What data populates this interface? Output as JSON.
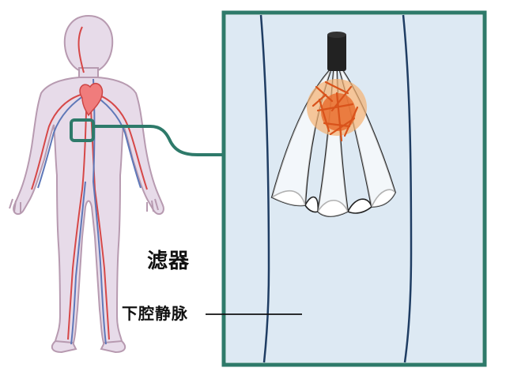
{
  "labels": {
    "filter": "滤器",
    "ivc": "下腔静脉"
  },
  "colors": {
    "frame": "#2e7a6a",
    "vessel_fill": "#dde9f3",
    "vessel_wall": "#1f3d63",
    "body_fill": "#e7dbe9",
    "body_outline": "#b79ab0",
    "heart": "#f07c7c",
    "artery": "#d64848",
    "vein": "#5f78b8",
    "clot": "#f08a30",
    "filter_struts": "#222222"
  },
  "icons": {
    "body": "human-body-illustration",
    "heart": "heart-icon",
    "filter": "vena-cava-filter-icon",
    "clot": "blood-clot-icon"
  }
}
